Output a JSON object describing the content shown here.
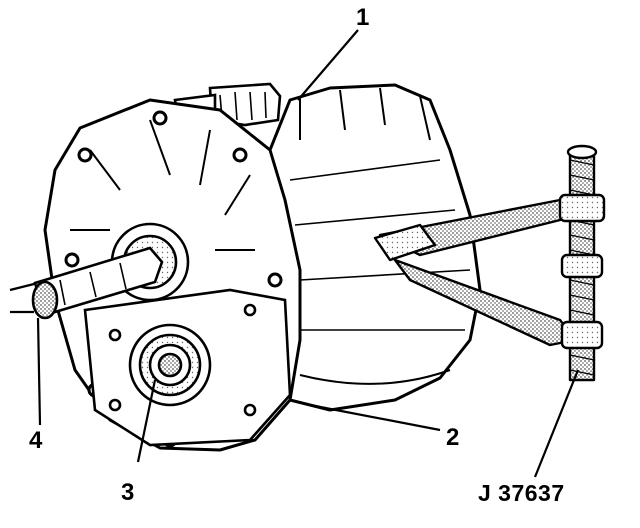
{
  "diagram": {
    "callouts": {
      "c1": "1",
      "c2": "2",
      "c3": "3",
      "c4": "4"
    },
    "tool_label": "J 37637"
  },
  "colors": {
    "ink": "#000000",
    "paper": "#ffffff",
    "tool_shade": "#8a8a8a",
    "metal_shade": "#d0d0d0"
  }
}
